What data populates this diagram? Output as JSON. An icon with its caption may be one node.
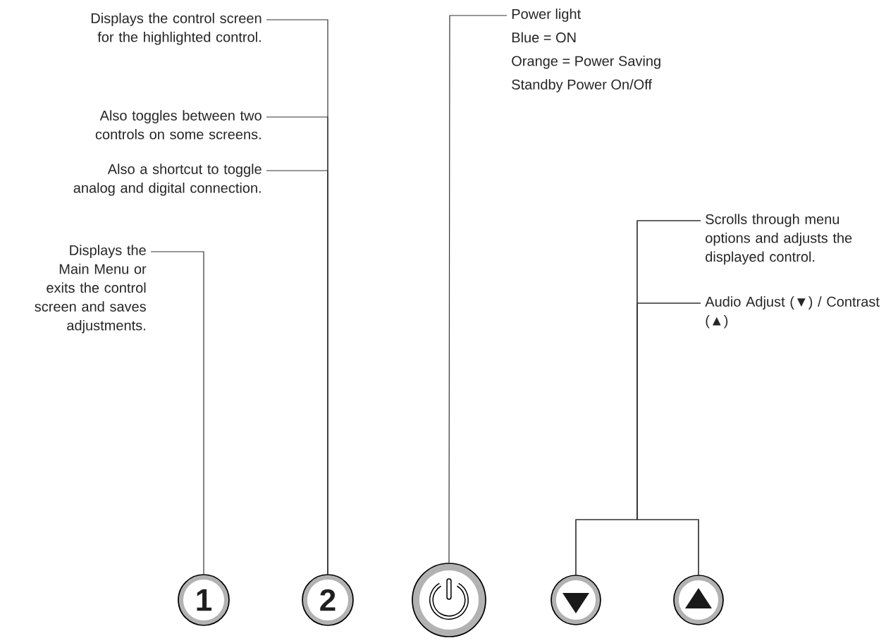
{
  "diagram": {
    "nodes": [
      {
        "text": [
          "Displays the control screen for the highlighted control."
        ]
      },
      {
        "text": [
          "Also toggles between two controls on some screens."
        ]
      },
      {
        "text": [
          "Also a shortcut to toggle analog and digital connection."
        ]
      },
      {
        "text": [
          "Displays the Main Menu or exits the control screen and saves adjustments."
        ]
      },
      {
        "text": [
          "Power light",
          "Blue = ON",
          "Orange = Power Saving",
          "Standby Power On/Off"
        ]
      },
      {
        "text": [
          "Scrolls through menu options and adjusts the displayed control."
        ]
      },
      {
        "text": [
          "Audio Adjust (▼) / Contrast (▲)"
        ]
      },
      {
        "text": [
          "1"
        ]
      },
      {
        "text": [
          "2"
        ]
      },
      {
        "text": [],
        "shape": "circle"
      },
      {
        "text": [],
        "shape": "circle"
      },
      {
        "text": [],
        "shape": "circle"
      }
    ],
    "edges": [
      {
        "from": 0,
        "to": 8,
        "arrow": "none"
      },
      {
        "from": 1,
        "to": 8,
        "arrow": "none"
      },
      {
        "from": 2,
        "to": 8,
        "arrow": "none"
      },
      {
        "from": 3,
        "to": 7,
        "arrow": "none"
      },
      {
        "from": 4,
        "to": 9,
        "arrow": "none"
      },
      {
        "from": 5,
        "to": 10,
        "arrow": "none"
      },
      {
        "from": 5,
        "to": 11,
        "arrow": "none"
      },
      {
        "from": 6,
        "to": 10,
        "arrow": "none"
      },
      {
        "from": 6,
        "to": 11,
        "arrow": "none"
      }
    ]
  }
}
